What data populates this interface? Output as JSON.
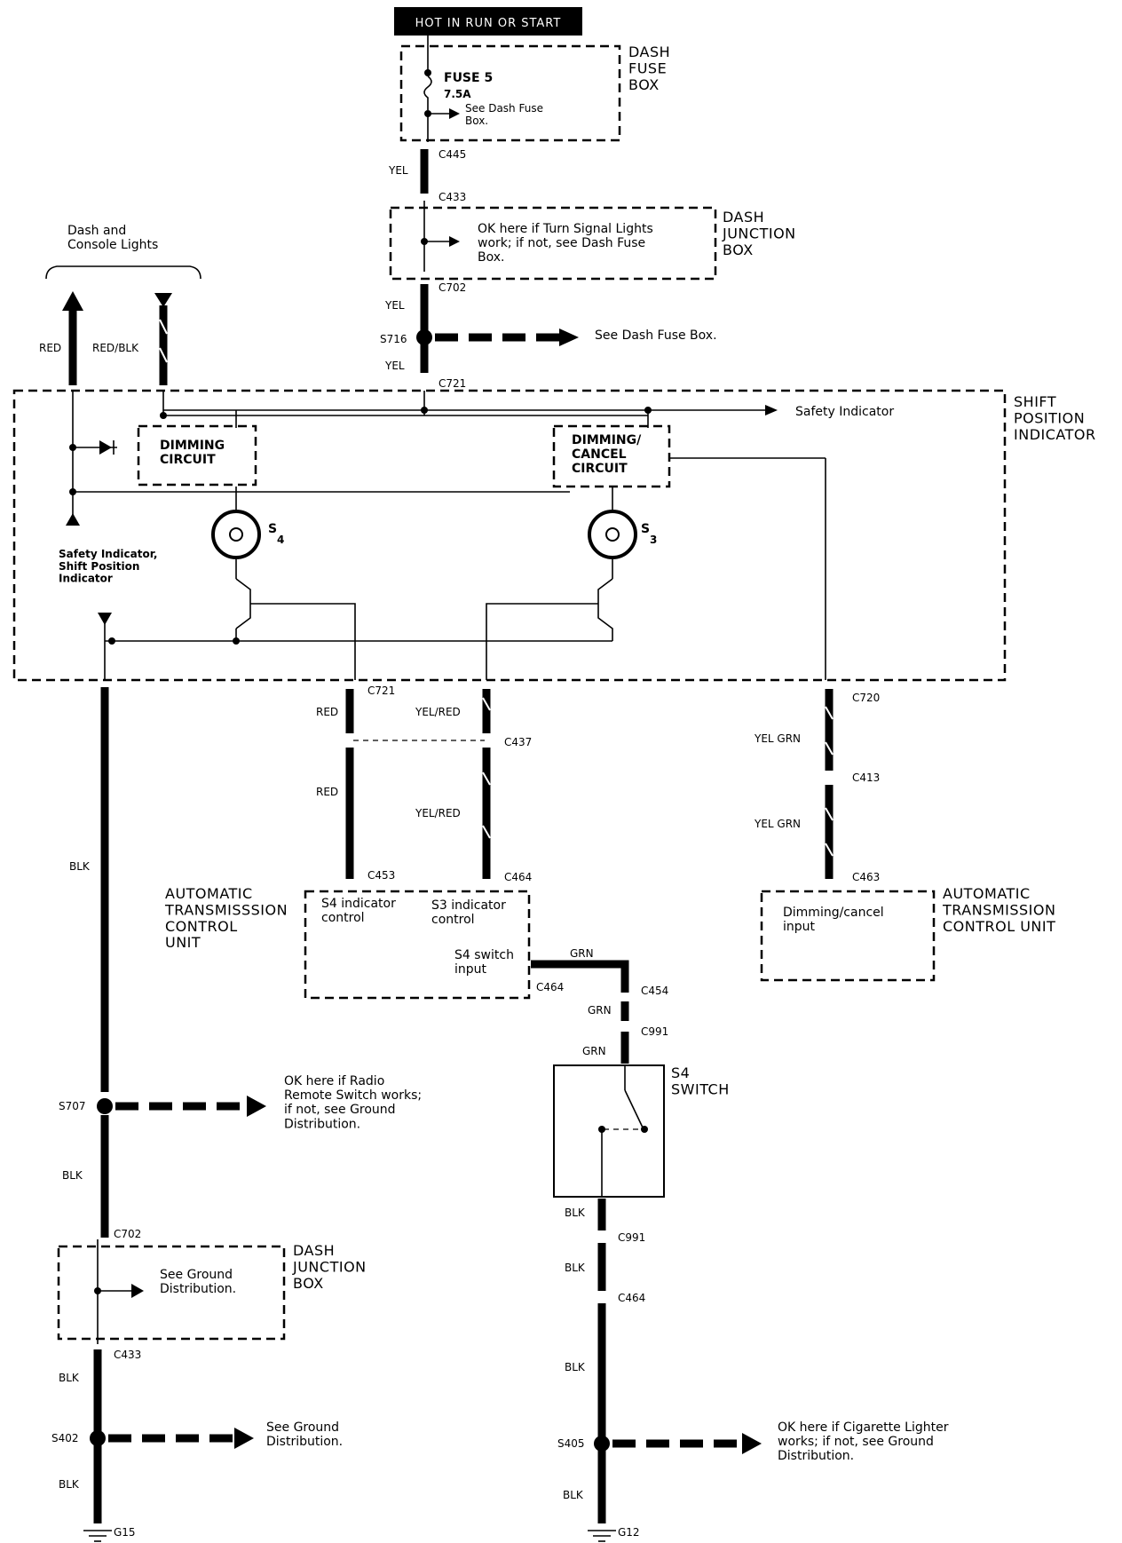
{
  "header": {
    "label": "HOT IN RUN OR START"
  },
  "dash_fuse_box": {
    "title": "DASH\nFUSE\nBOX",
    "fuse_name": "FUSE 5",
    "fuse_rating": "7.5A",
    "note": "See Dash Fuse\nBox."
  },
  "connectors": {
    "c445": "C445",
    "c433_top": "C433",
    "c702_top": "C702",
    "s716": "S716",
    "c721_top": "C721",
    "c721_bottom": "C721",
    "c437": "C437",
    "c453": "C453",
    "c464_top": "C464",
    "c720": "C720",
    "c413": "C413",
    "c463": "C463",
    "c464_side": "C464",
    "c454": "C454",
    "c991_top": "C991",
    "s707": "S707",
    "c702_bottom": "C702",
    "c433_bottom": "C433",
    "s402": "S402",
    "g15": "G15",
    "c991_bottom": "C991",
    "c464_bottom": "C464",
    "s405": "S405",
    "g12": "G12"
  },
  "wires": {
    "yel_1": "YEL",
    "yel_2": "YEL",
    "yel_3": "YEL",
    "red_out": "RED",
    "red_blk_out": "RED/BLK",
    "red_1": "RED",
    "red_2": "RED",
    "yel_red_1": "YEL/RED",
    "yel_red_2": "YEL/RED",
    "yel_grn_1": "YEL GRN",
    "yel_grn_2": "YEL GRN",
    "grn_1": "GRN",
    "grn_2": "GRN",
    "grn_3": "GRN",
    "blk_left_1": "BLK",
    "blk_left_2": "BLK",
    "blk_left_3": "BLK",
    "blk_left_4": "BLK",
    "blk_right_1": "BLK",
    "blk_right_2": "BLK",
    "blk_right_3": "BLK",
    "blk_right_4": "BLK"
  },
  "dash_junction_box_top": {
    "title": "DASH\nJUNCTION\nBOX",
    "note": "OK here if Turn Signal Lights\nwork; if not, see Dash Fuse\nBox."
  },
  "dash_fuse_ref": "See Dash Fuse Box.",
  "dash_console": "Dash and\nConsole Lights",
  "shift_indicator": {
    "title": "SHIFT\nPOSITION\nINDICATOR",
    "safety_indicator": "Safety Indicator",
    "dimming": "DIMMING\nCIRCUIT",
    "dimming_cancel": "DIMMING/\nCANCEL\nCIRCUIT",
    "s4": "S",
    "s4_sub": "4",
    "s3": "S",
    "s3_sub": "3",
    "safety_shift": "Safety Indicator,\nShift Position\nIndicator"
  },
  "atcu_left": {
    "title": "AUTOMATIC\nTRANSMISSSION\nCONTROL\nUNIT",
    "s4_ctrl": "S4 indicator\ncontrol",
    "s3_ctrl": "S3 indicator\ncontrol",
    "s4_input": "S4 switch\ninput"
  },
  "atcu_right": {
    "title": "AUTOMATIC\nTRANSMISSION\nCONTROL UNIT",
    "input": "Dimming/cancel\ninput"
  },
  "s4_switch": {
    "title": "S4\nSWITCH"
  },
  "notes": {
    "radio": "OK here if Radio\nRemote Switch works;\nif not, see Ground\nDistribution.",
    "junction_bottom_title": "DASH\nJUNCTION\nBOX",
    "ground_junction": "See Ground\nDistribution.",
    "ground_s402": "See Ground\nDistribution.",
    "cigarette": "OK here if Cigarette Lighter\nworks; if not, see Ground\nDistribution."
  }
}
